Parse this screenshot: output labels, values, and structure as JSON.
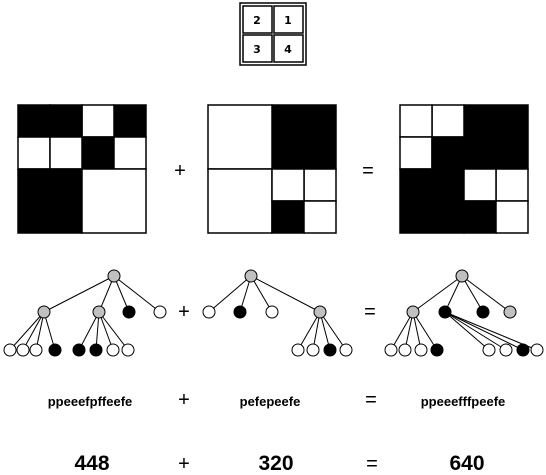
{
  "quadrant_legend": [
    "2",
    "1",
    "3",
    "4"
  ],
  "operators": {
    "plus": "+",
    "equals": "="
  },
  "rows": {
    "codes": {
      "left": "ppeeefpffeefe",
      "middle": "pefepeefe",
      "right": "ppeeefffpeefe"
    },
    "sizes": {
      "left": "448",
      "middle": "320",
      "right": "640"
    }
  },
  "colors": {
    "black": "#000000",
    "white": "#ffffff",
    "gray": "#c0c0c0"
  },
  "quadtrees": [
    {
      "id": "left",
      "tree": {
        "q": [
          {
            "q": [
              "B",
              "W",
              "B",
              "W"
            ]
          },
          {
            "q": [
              "B",
              "B",
              "W",
              "W"
            ]
          },
          "B",
          "W"
        ]
      }
    },
    {
      "id": "middle",
      "tree": {
        "q": [
          "B",
          "W",
          "W",
          {
            "q": [
              "W",
              "W",
              "B",
              "W"
            ]
          }
        ]
      }
    },
    {
      "id": "right",
      "tree": {
        "q": [
          "B",
          {
            "q": [
              "W",
              "W",
              "W",
              "B"
            ]
          },
          "B",
          {
            "q": [
              "W",
              "W",
              "B",
              "W"
            ]
          }
        ]
      }
    }
  ],
  "tree_nodes": {
    "left": {
      "children": [
        "g",
        "g",
        "b",
        "w"
      ],
      "grand": [
        [
          "w",
          "w",
          "w",
          "b"
        ],
        [
          "b",
          "b",
          "w",
          "w"
        ]
      ]
    },
    "middle": {
      "children": [
        "w",
        "b",
        "w",
        "g"
      ],
      "grand": [
        [],
        [],
        [],
        [
          "w",
          "w",
          "b",
          "w"
        ]
      ]
    },
    "right": {
      "children": [
        "g",
        "b",
        "b",
        "g"
      ],
      "grand": [
        [
          "w",
          "w",
          "w",
          "b"
        ],
        [
          "w",
          "w",
          "b",
          "w"
        ]
      ]
    }
  }
}
